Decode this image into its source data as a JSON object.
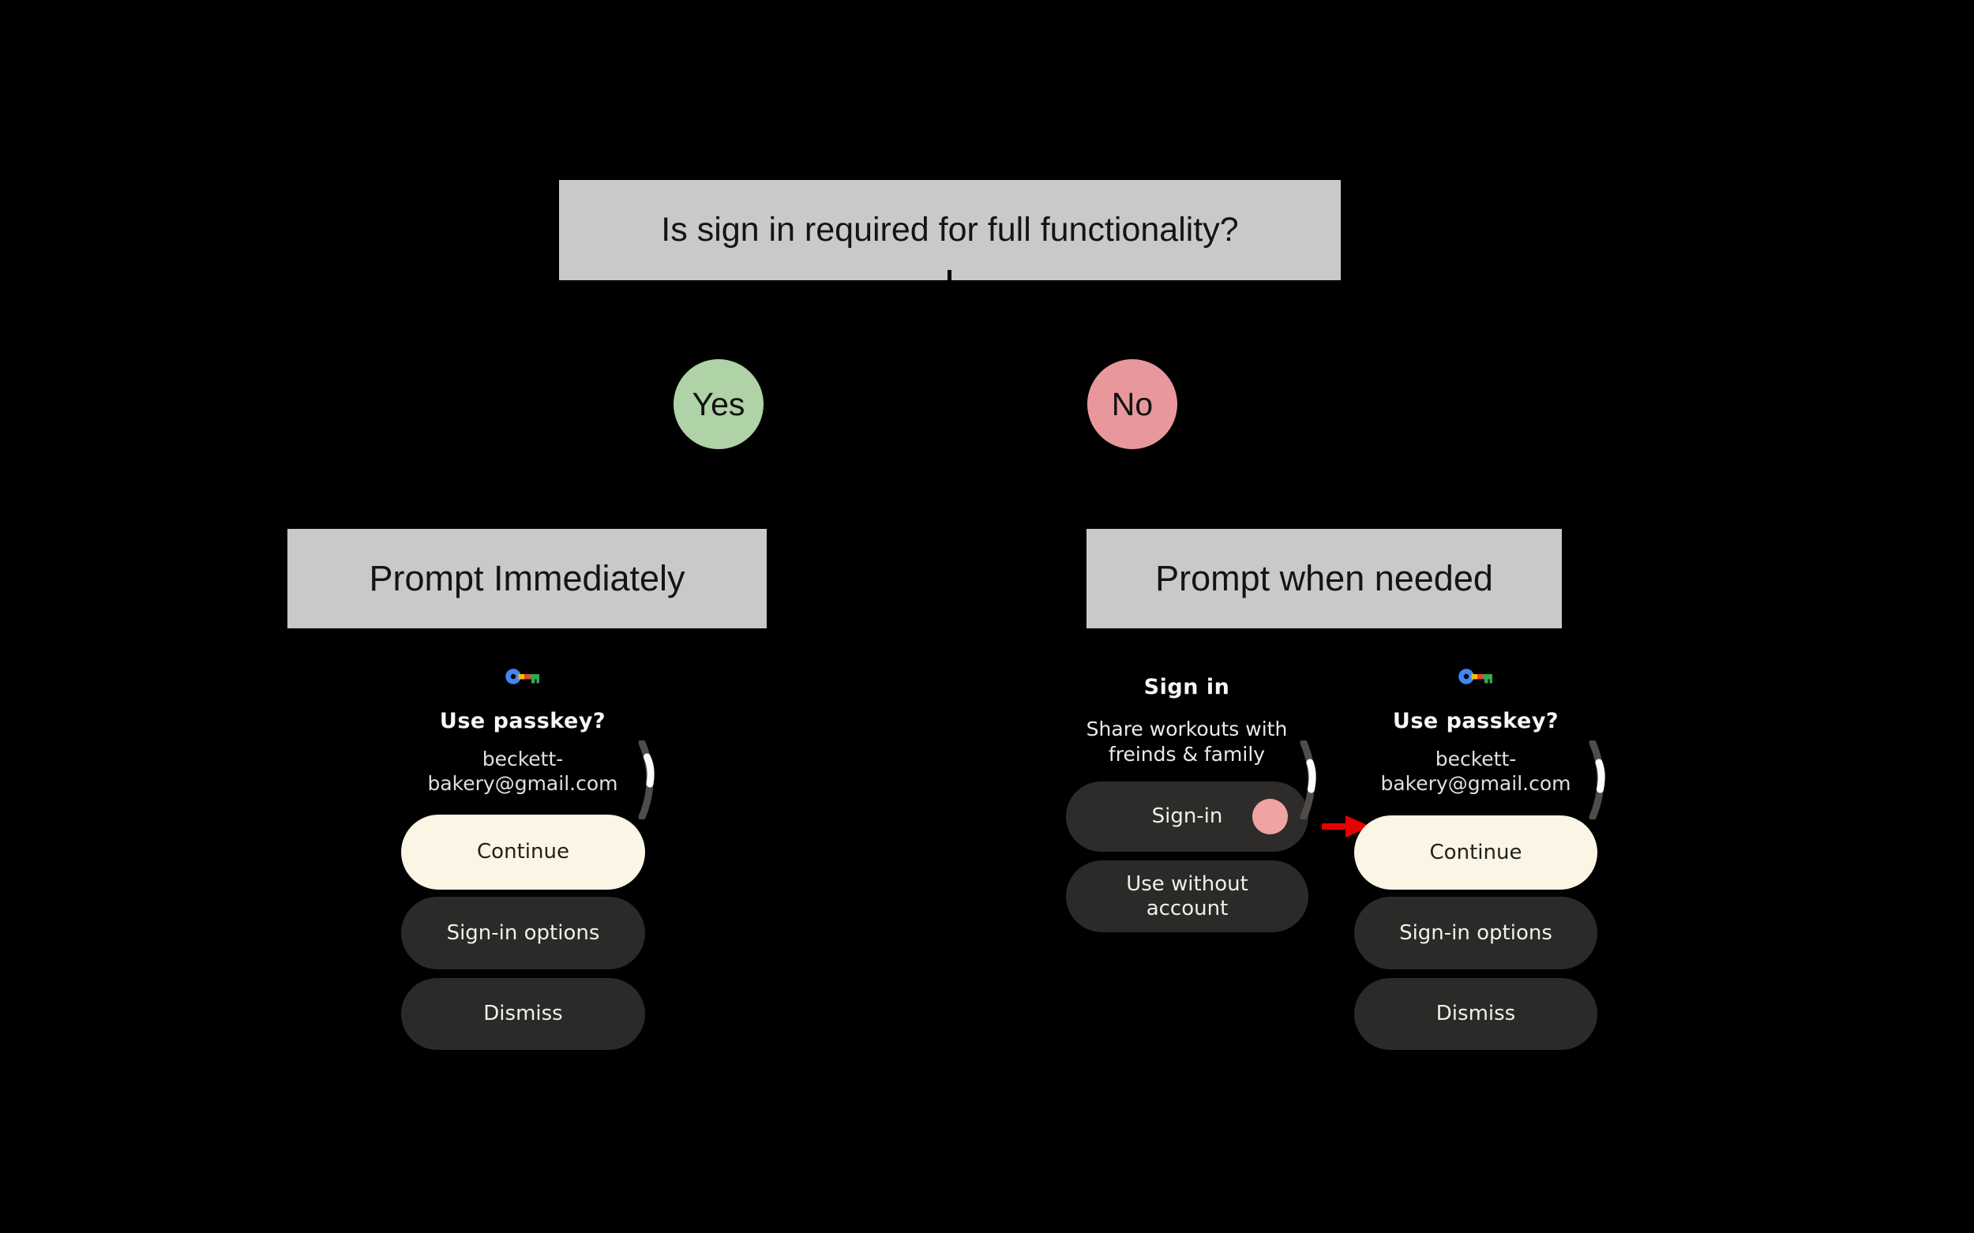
{
  "question_box": {
    "label": "Is sign in required for full functionality?"
  },
  "decision": {
    "yes": "Yes",
    "no": "No"
  },
  "branches": {
    "left": "Prompt Immediately",
    "right": "Prompt when needed"
  },
  "passkey_screen": {
    "title": "Use passkey?",
    "account_line1": "beckett-",
    "account_line2": "bakery@gmail.com",
    "continue_label": "Continue",
    "signin_options_label": "Sign-in options",
    "dismiss_label": "Dismiss"
  },
  "signin_screen": {
    "title": "Sign in",
    "subtitle_line1": "Share workouts with",
    "subtitle_line2": "freinds & family",
    "signin_label": "Sign-in",
    "use_without_line1": "Use without",
    "use_without_line2": "account"
  },
  "icons": {
    "passkey_key": "passkey-key-icon",
    "scroll_indicator": "scroll-indicator",
    "tap_dot": "tap-indicator-dot",
    "flow_arrow": "arrow-right-icon"
  },
  "colors": {
    "background": "#000000",
    "node_box_gray": "#C9C9C9",
    "yes_green": "#AFD2A6",
    "no_pink": "#E8989C",
    "tap_indicator_pink": "#EFA3A2",
    "continue_cream": "#FAF5E5",
    "dark_button": "#2B2A28",
    "arrow_red": "#E80000",
    "key_blue": "#4285F4",
    "key_yellow": "#FBBC04",
    "key_red": "#EA4335",
    "key_green": "#34A853"
  }
}
